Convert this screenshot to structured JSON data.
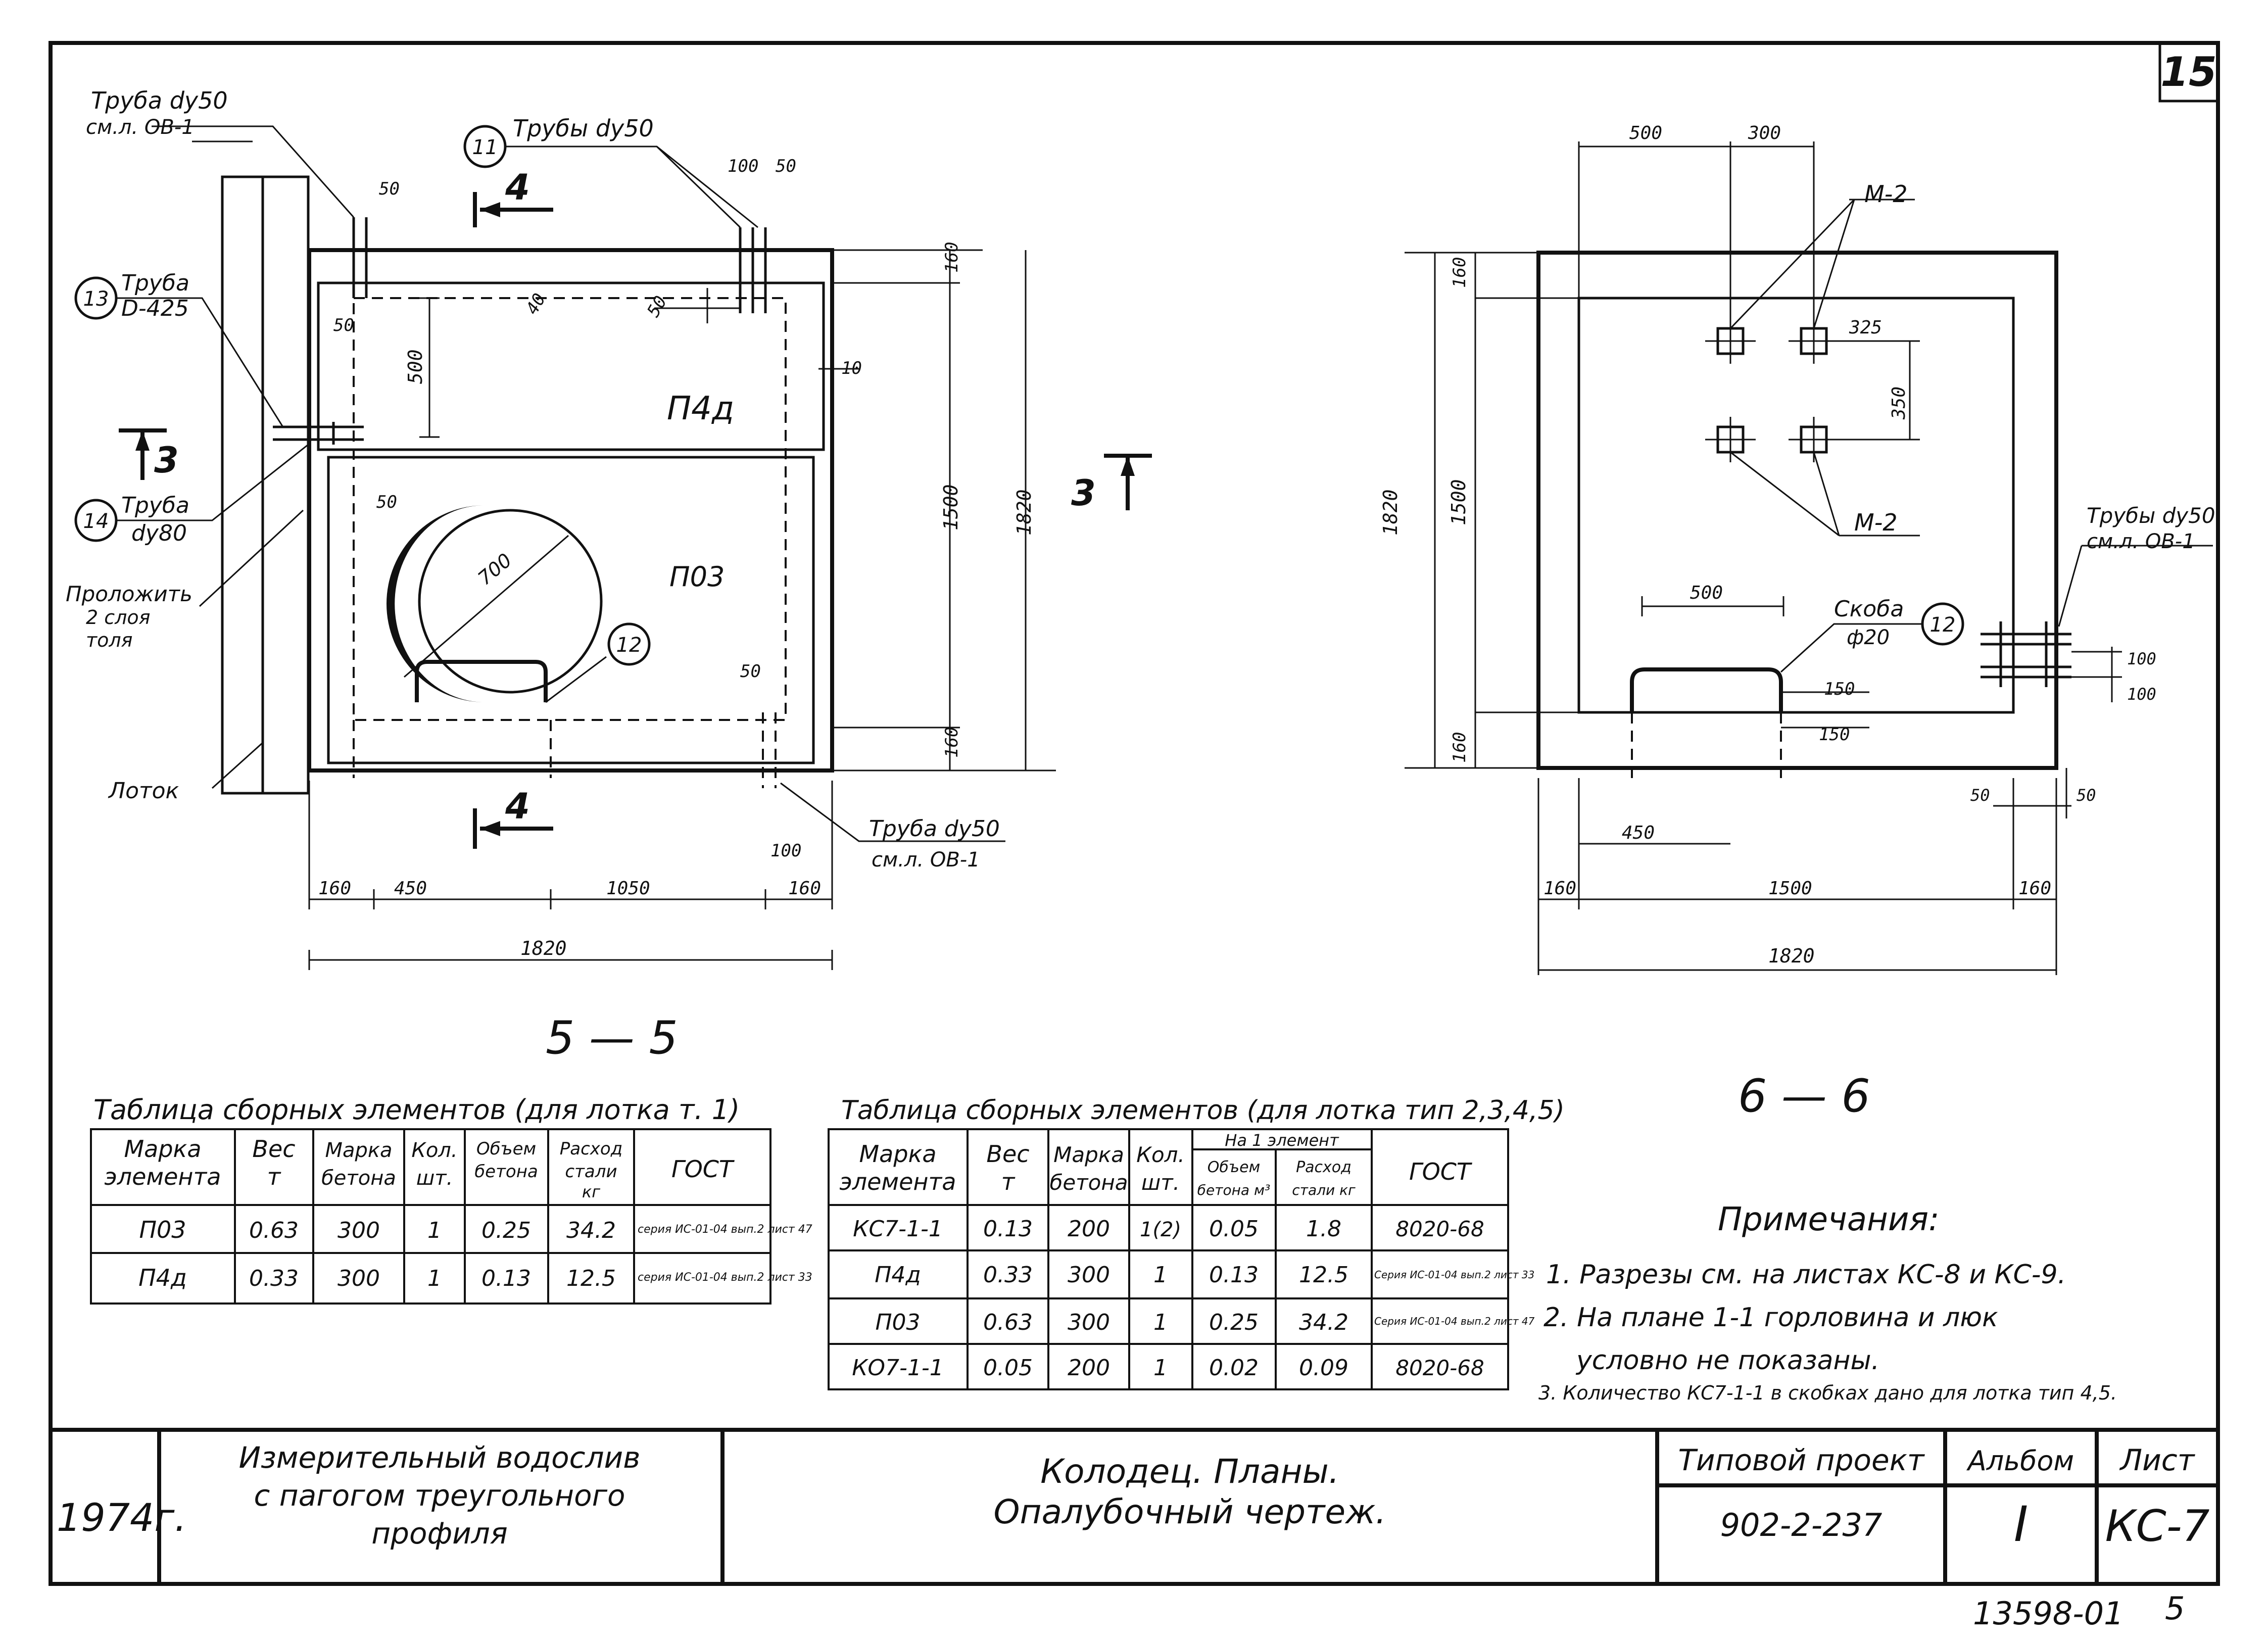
{
  "sheet_number": "15",
  "year": "1974г.",
  "project_name": [
    "Измерительный водослив",
    "с пагогом треугольного",
    "профиля"
  ],
  "drawing_title": [
    "Колодец. Планы.",
    "Опалубочный чертеж."
  ],
  "typical_project_label": "Типовой проект",
  "typical_project_number": "902-2-237",
  "album_label": "Альбом",
  "album_number": "I",
  "sheet_label": "Лист",
  "sheet_code": "КС-7",
  "bottom_code": "13598-01",
  "bottom_page": "5",
  "section_5": {
    "title": "5 — 5",
    "labels": {
      "pipe_dy50_top": "Труба dу50",
      "pipe_dy50_top_ref": "см.л. ОВ-1",
      "pipes_dy50": "Трубы dу50",
      "pipe_d425": "Труба",
      "pipe_d425_b": "D-425",
      "pipe_dy80": "Труба",
      "pipe_dy80_b": "dу80",
      "lay": "Проложить",
      "lay_b": "2 слоя",
      "lay_c": "толя",
      "tray": "Лоток",
      "pipe_dy50_bottom": "Труба dу50",
      "pipe_dy50_bottom_ref": "см.л. ОВ-1",
      "p4d": "П4д",
      "p03": "П03",
      "dia": "700",
      "callout_11": "11",
      "callout_12": "12",
      "callout_13": "13",
      "callout_14": "14",
      "cut_4_top": "4",
      "cut_4_bottom": "4",
      "cut_3_left": "3",
      "cut_3_right": "3"
    },
    "dims": {
      "d50a": "50",
      "d100": "100",
      "d50b": "50",
      "d160t": "160",
      "d40": "40",
      "d50c": "50",
      "d500": "500",
      "d10": "10",
      "d50d": "50",
      "d50e": "50",
      "d1500": "1500",
      "d1820v": "1820",
      "d160b": "160",
      "d100b": "100",
      "d160l": "160",
      "d450": "450",
      "d1050": "1050",
      "d160r": "160",
      "d1820h": "1820",
      "d50f": "50"
    }
  },
  "section_6": {
    "title": "6 — 6",
    "labels": {
      "m2a": "М-2",
      "m2b": "М-2",
      "bracket": "Скоба",
      "bracket_b": "ф20",
      "pipes": "Трубы dу50",
      "pipes_ref": "см.л. ОВ-1",
      "callout_12": "12"
    },
    "dims": {
      "d500": "500",
      "d300": "300",
      "d160t": "160",
      "d325": "325",
      "d350": "350",
      "d1820v": "1820",
      "d1500v": "1500",
      "d160b": "160",
      "d500b": "500",
      "d150a": "150",
      "d150b": "150",
      "d100a": "100",
      "d100b": "100",
      "d50a": "50",
      "d50b": "50",
      "d450": "450",
      "d160l": "160",
      "d1500h": "1500",
      "d160r": "160",
      "d1820h": "1820"
    }
  },
  "table1": {
    "title": "Таблица сборных элементов (для лотка т. 1)",
    "headers": [
      "Марка элемента",
      "Вес т",
      "Марка бетона",
      "Кол. шт.",
      "Объем бетона",
      "Расход стали кг",
      "ГОСТ"
    ],
    "rows": [
      [
        "П03",
        "0.63",
        "300",
        "1",
        "0.25",
        "34.2",
        "серия ИС-01-04 вып.2 лист 47"
      ],
      [
        "П4д",
        "0.33",
        "300",
        "1",
        "0.13",
        "12.5",
        "серия ИС-01-04 вып.2 лист 33"
      ]
    ]
  },
  "table2": {
    "title": "Таблица сборных элементов (для лотка тип 2,3,4,5)",
    "headers": [
      "Марка элемента",
      "Вес т",
      "Марка бетона",
      "Кол. шт.",
      "На 1 элемент",
      "Объем бетона м³",
      "Расход стали кг",
      "ГОСТ"
    ],
    "rows": [
      [
        "КС7-1-1",
        "0.13",
        "200",
        "1(2)",
        "0.05",
        "1.8",
        "8020-68"
      ],
      [
        "П4д",
        "0.33",
        "300",
        "1",
        "0.13",
        "12.5",
        "Серия ИС-01-04 вып.2 лист 33"
      ],
      [
        "П03",
        "0.63",
        "300",
        "1",
        "0.25",
        "34.2",
        "Серия ИС-01-04 вып.2 лист 47"
      ],
      [
        "КО7-1-1",
        "0.05",
        "200",
        "1",
        "0.02",
        "0.09",
        "8020-68"
      ]
    ]
  },
  "notes": {
    "title": "Примечания:",
    "items": [
      "1. Разрезы см. на листах КС-8 и КС-9.",
      "2. На плане 1-1 горловина и люк",
      "условно не показаны.",
      "3. Количество КС7-1-1 в скобках дано для лотка тип 4,5."
    ]
  }
}
